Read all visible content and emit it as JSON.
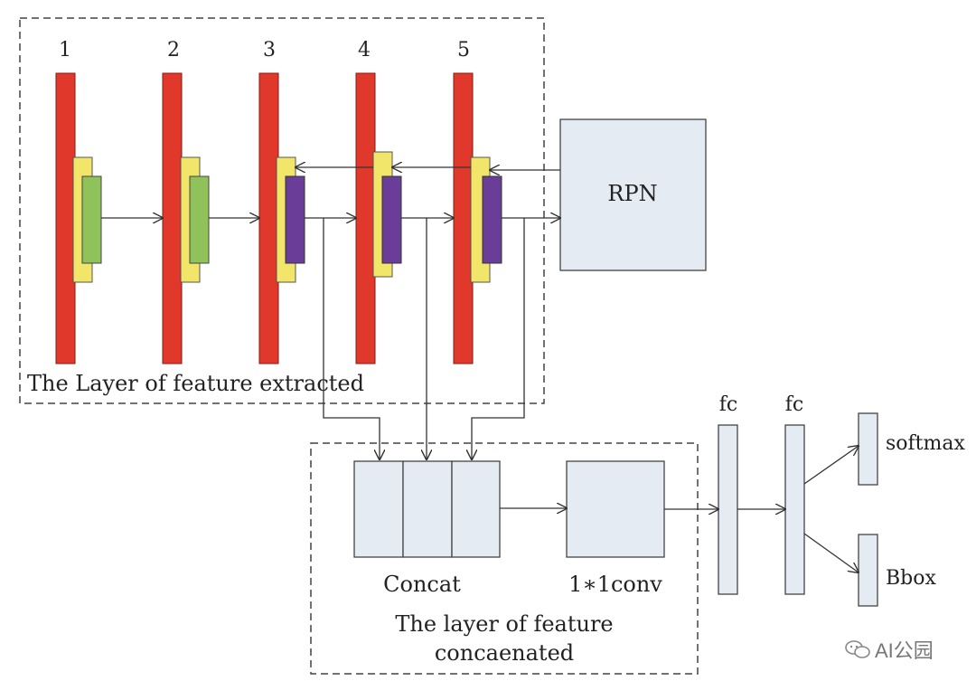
{
  "colors": {
    "layer_red": "#e0382a",
    "feature_yellow": "#f1e66a",
    "feature_green": "#8fc25a",
    "feature_purple": "#6a3d99",
    "box_fill": "#e4ebf3",
    "stroke": "#333333"
  },
  "layers": [
    {
      "label": "1",
      "inner": "green"
    },
    {
      "label": "2",
      "inner": "green"
    },
    {
      "label": "3",
      "inner": "purple"
    },
    {
      "label": "4",
      "inner": "purple"
    },
    {
      "label": "5",
      "inner": "purple"
    }
  ],
  "rpn": {
    "label": "RPN"
  },
  "extract_group": {
    "label": "The Layer of feature extracted"
  },
  "concat": {
    "label": "Concat"
  },
  "conv": {
    "label": "1∗1conv"
  },
  "concat_group": {
    "line1": "The layer of feature",
    "line2": "concaenated"
  },
  "fc1": {
    "label": "fc"
  },
  "fc2": {
    "label": "fc"
  },
  "softmax": {
    "label": "softmax"
  },
  "bbox": {
    "label": "Bbox"
  },
  "watermark": {
    "text": "AI公园",
    "icon": "wechat-icon"
  }
}
